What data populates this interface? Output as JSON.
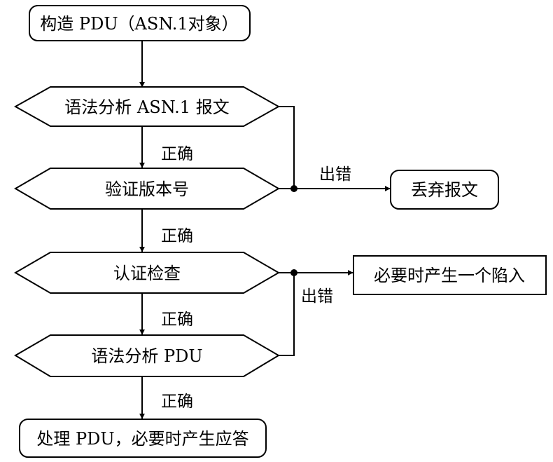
{
  "nodes": {
    "start": "构造 PDU（ASN.1对象）",
    "parse_asn1": "语法分析 ASN.1 报文",
    "verify_version": "验证版本号",
    "auth_check": "认证检查",
    "parse_pdu": "语法分析 PDU",
    "process": "处理 PDU，必要时产生应答",
    "discard": "丢弃报文",
    "trap": "必要时产生一个陷入"
  },
  "edge_labels": {
    "ok_1": "正确",
    "ok_2": "正确",
    "ok_3": "正确",
    "ok_4": "正确",
    "error_1": "出错",
    "error_2": "出错"
  }
}
